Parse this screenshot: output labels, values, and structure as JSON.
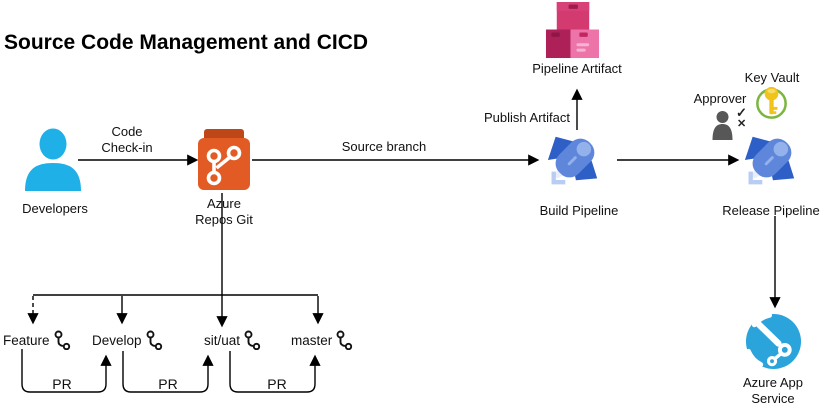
{
  "title": "Source Code Management and CICD",
  "nodes": {
    "developers": {
      "label": "Developers"
    },
    "azure_repos": {
      "label": "Azure\nRepos Git"
    },
    "pipeline_artifact": {
      "label": "Pipeline Artifact"
    },
    "build_pipeline": {
      "label": "Build Pipeline"
    },
    "release_pipeline": {
      "label": "Release Pipeline"
    },
    "key_vault": {
      "label": "Key Vault"
    },
    "approver": {
      "label": "Approver"
    },
    "azure_app_service": {
      "label": "Azure App\nService"
    }
  },
  "edges": {
    "code_checkin": {
      "label": "Code\nCheck-in"
    },
    "source_branch": {
      "label": "Source branch"
    },
    "publish_artifact": {
      "label": "Publish Artifact"
    }
  },
  "branches": [
    {
      "name": "Feature"
    },
    {
      "name": "Develop"
    },
    {
      "name": "sit/uat"
    },
    {
      "name": "master"
    }
  ],
  "pr_labels": [
    "PR",
    "PR",
    "PR"
  ],
  "approver_marks": {
    "check": "✓",
    "cross": "✕"
  },
  "colors": {
    "developer_blue": "#1FB0E8",
    "repos_orange": "#E25A24",
    "repos_orange_dark": "#BF4717",
    "artifact_pink": "#D23A70",
    "artifact_pink_dark": "#AD2158",
    "artifact_pink_light": "#EC74A8",
    "pipeline_blue": "#5E86DB",
    "pipeline_blue_dark": "#2E5FC6",
    "pipeline_blue_light": "#B9CCF4",
    "keyvault_green": "#7CB63F",
    "keyvault_yellow": "#F2C318",
    "approver_gray": "#575757",
    "appservice_blue": "#2BA4DC",
    "line_black": "#000000"
  }
}
